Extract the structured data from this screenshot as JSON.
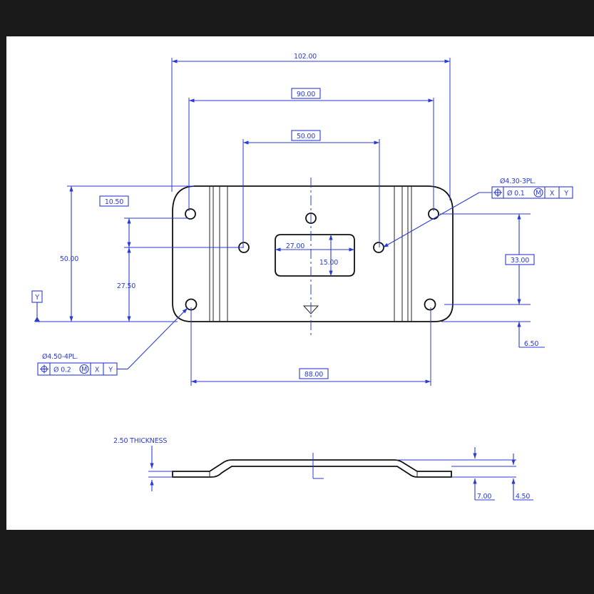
{
  "dimensions": {
    "overall_width": "102.00",
    "outer_hole_span": "90.00",
    "inner_hole_span": "50.00",
    "bottom_hole_span": "88.00",
    "overall_height": "50.00",
    "edge_offset": "10.50",
    "hole_height": "27.50",
    "right_hole_span": "33.00",
    "bottom_offset": "6.50",
    "slot_width": "27.00",
    "slot_height": "15.00",
    "side_offset_1": "7.00",
    "side_offset_2": "4.50"
  },
  "notes": {
    "hole_spec_top": "Ø4.30-3PL.",
    "hole_spec_bottom": "Ø4.50-4PL.",
    "thickness": "2.50 THICKNESS"
  },
  "datums": {
    "y_datum": "Y"
  },
  "fcf_top": {
    "symbol": "position-icon",
    "tolerance": "Ø 0.1",
    "modifier": "M",
    "datum_a": "X",
    "datum_b": "Y"
  },
  "fcf_bottom": {
    "symbol": "position-icon",
    "tolerance": "Ø 0.2",
    "modifier": "M",
    "datum_a": "X",
    "datum_b": "Y"
  },
  "colors": {
    "dimension": "#2b3bd4",
    "part": "#111111",
    "frame": "#1a1a1a"
  }
}
